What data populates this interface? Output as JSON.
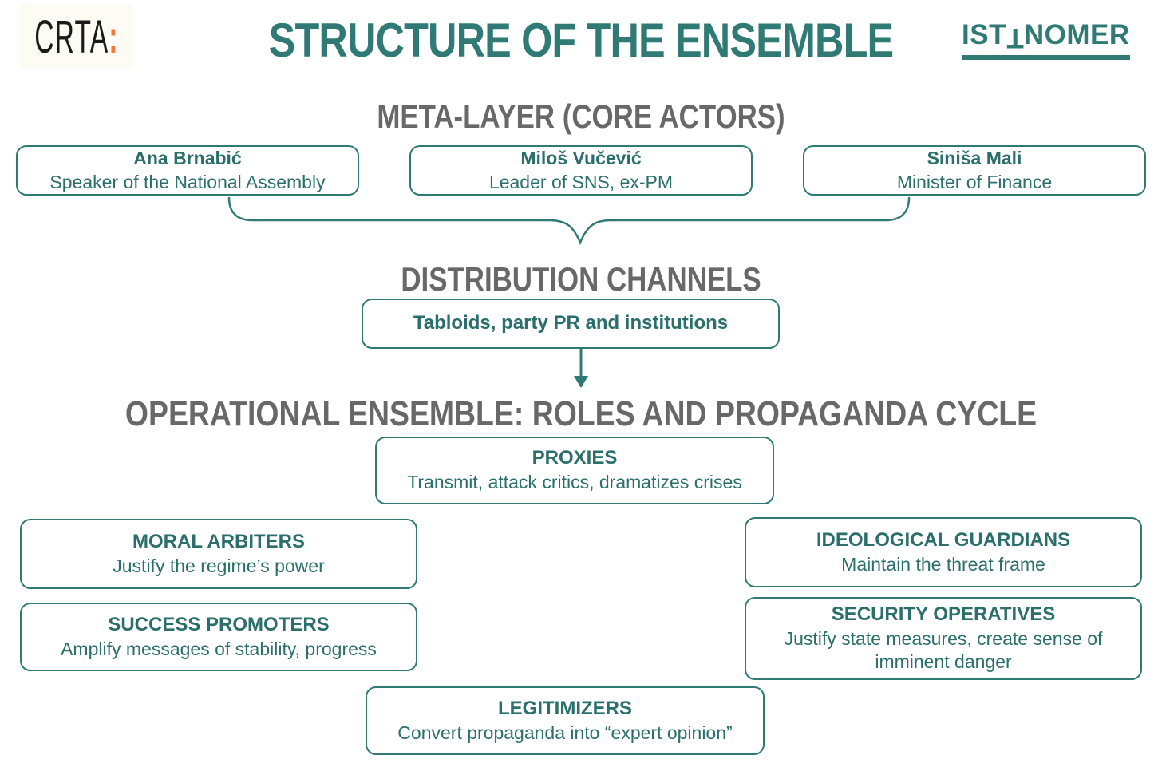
{
  "header": {
    "crta": {
      "word": "CRTA",
      "colon": ":"
    },
    "title": "STRUCTURE OF THE ENSEMBLE",
    "istinomer": {
      "prefix": "IS",
      "flipped_letter_1": "T",
      "mid": "",
      "flipped_letter_2": "T",
      "suffix": "NOMER",
      "display_note": "second T rendered upside down"
    }
  },
  "meta_layer": {
    "heading": "META-LAYER (CORE ACTORS)",
    "actors": [
      {
        "name": "Ana Brnabić",
        "role": "Speaker of the National Assembly"
      },
      {
        "name": "Miloš Vučević",
        "role": "Leader of SNS, ex-PM"
      },
      {
        "name": "Siniša Mali",
        "role": "Minister of Finance"
      }
    ]
  },
  "distribution": {
    "heading": "DISTRIBUTION CHANNELS",
    "channel": "Tabloids, party PR and institutions"
  },
  "operational": {
    "heading": "OPERATIONAL ENSEMBLE: ROLES AND PROPAGANDA CYCLE",
    "proxies": {
      "title": "PROXIES",
      "desc": "Transmit, attack critics, dramatizes crises"
    },
    "moral_arbiters": {
      "title": "MORAL ARBITERS",
      "desc": "Justify the regime’s power"
    },
    "ideological_guardians": {
      "title": "IDEOLOGICAL GUARDIANS",
      "desc": "Maintain the threat frame"
    },
    "success_promoters": {
      "title": "SUCCESS PROMOTERS",
      "desc": "Amplify messages of stability, progress"
    },
    "security_operatives": {
      "title": "SECURITY OPERATIVES",
      "desc": "Justify state measures, create sense of imminent danger"
    },
    "legitimizers": {
      "title": "LEGITIMIZERS",
      "desc": "Convert propaganda into “expert opinion”"
    }
  },
  "colors": {
    "teal": "#2F7A75",
    "teal_dark": "#2A6F6B",
    "gray_heading": "#686868",
    "logo_black": "#1B1B1B",
    "logo_orange": "#F0793A",
    "logo_bg": "#FCFCF5"
  }
}
